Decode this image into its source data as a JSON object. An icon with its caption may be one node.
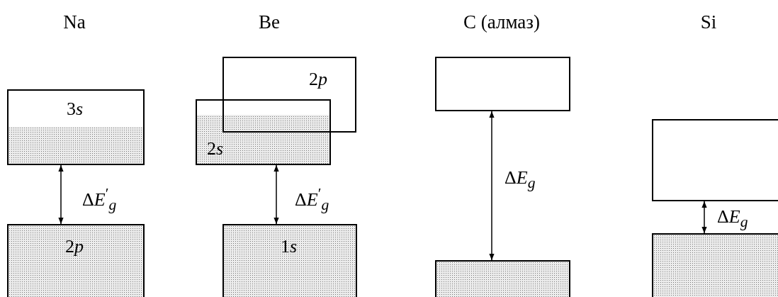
{
  "diagram": {
    "nodes": [
      {
        "text": [
          "3s"
        ]
      },
      {
        "text": [
          "2p"
        ]
      },
      {
        "text": [
          "2p"
        ]
      },
      {
        "text": [
          "2s"
        ]
      },
      {
        "text": [
          "1s"
        ]
      },
      {
        "text": [],
        "shape": "box"
      },
      {
        "text": [],
        "shape": "box"
      },
      {
        "text": [],
        "shape": "box"
      },
      {
        "text": [],
        "shape": "box"
      }
    ],
    "edges": [
      {
        "from": 0,
        "to": 1,
        "arrow": "both",
        "label": "ΔE$^{′}$$_{g}$"
      },
      {
        "from": 3,
        "to": 4,
        "arrow": "both",
        "label": "ΔE$^{′}$$_{g}$"
      },
      {
        "from": 5,
        "to": 6,
        "arrow": "both",
        "label": "ΔE$_{g}$"
      },
      {
        "from": 7,
        "to": 8,
        "arrow": "both",
        "label": "ΔE$_{g}$"
      }
    ],
    "labels": [
      "Na",
      "Be",
      "C (алмаз)",
      "Si"
    ]
  }
}
